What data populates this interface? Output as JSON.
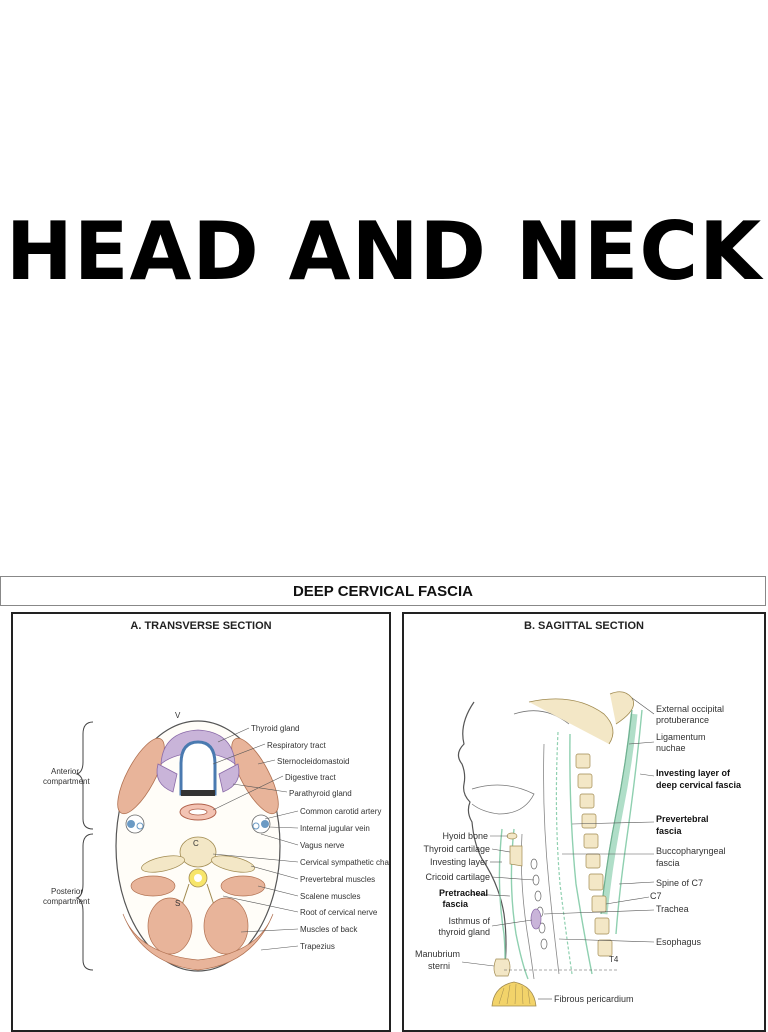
{
  "slide": {
    "title": "HEAD AND NECK"
  },
  "figure": {
    "heading": "DEEP CERVICAL FASCIA",
    "panel_a": {
      "title": "A. TRANSVERSE SECTION",
      "group_labels": {
        "anterior_1": "Anterior",
        "anterior_2": "compartment",
        "posterior_1": "Posterior",
        "posterior_2": "compartment"
      },
      "markers": {
        "v": "V",
        "c": "C",
        "s": "S"
      },
      "labels": [
        "Thyroid gland",
        "Respiratory tract",
        "Sternocleidomastoid",
        "Digestive tract",
        "Parathyroid gland",
        "Common carotid artery",
        "Internal jugular vein",
        "Vagus nerve",
        "Cervical sympathetic chain",
        "Prevertebral muscles",
        "Scalene muscles",
        "Root of cervical nerve",
        "Muscles of back",
        "Trapezius"
      ]
    },
    "panel_b": {
      "title": "B. SAGITTAL SECTION",
      "right_labels": {
        "occipital_1": "External occipital",
        "occipital_2": "protuberance",
        "nuchae_1": "Ligamentum",
        "nuchae_2": "nuchae",
        "investing_1": "Investing layer of",
        "investing_2": "deep cervical fascia",
        "prevert_1": "Prevertebral",
        "prevert_2": "fascia",
        "bucco_1": "Buccopharyngeal",
        "bucco_2": "fascia",
        "spine": "Spine of C7",
        "c7": "C7",
        "trachea": "Trachea",
        "esophagus": "Esophagus",
        "t4": "T4"
      },
      "left_labels": {
        "hyoid": "Hyoid bone",
        "thyroid_cart": "Thyroid cartilage",
        "investing": "Investing layer",
        "cricoid": "Cricoid cartilage",
        "pretracheal_1": "Pretracheal",
        "pretracheal_2": "fascia",
        "isthmus_1": "Isthmus of",
        "isthmus_2": "thyroid gland",
        "manubrium_1": "Manubrium",
        "manubrium_2": "sterni"
      },
      "bottom_label": "Fibrous pericardium"
    },
    "colors": {
      "muscle": "#e8b49a",
      "thyroid": "#c9b4d9",
      "fascia": "#8fd0b0",
      "vessel": "#6b9ac4",
      "vertebra": "#f3e7c6"
    }
  }
}
